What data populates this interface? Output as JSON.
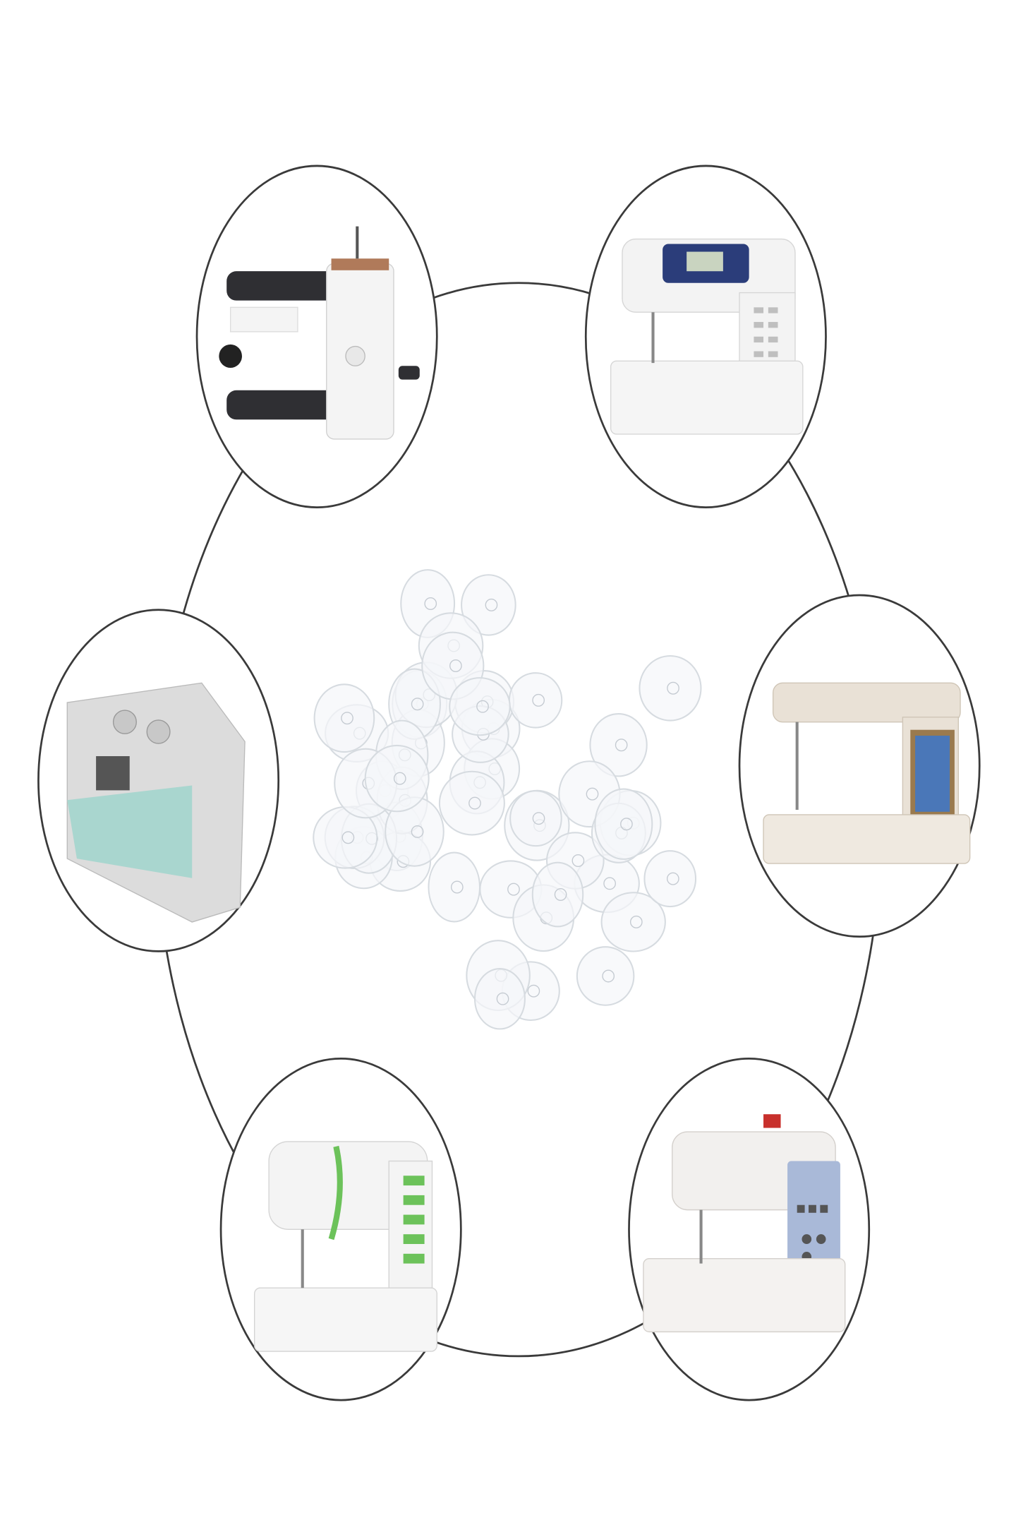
{
  "colors": {
    "background": "#ffffff",
    "outline": "#3a3a3a",
    "bobbin": "#d6dbe0",
    "machine_body": "#f3f3f3",
    "machine_shadow": "#d9d9d9",
    "dark_machine": "#2f2f33",
    "wood_accent": "#b07a5a",
    "navy_panel": "#2b3d7a",
    "teal_accent": "#a9d6cf",
    "beige_body": "#e9e1d6",
    "screen": "#4a77b8",
    "screen_frame": "#9a7a4e",
    "green_buttons": "#6cc25a",
    "blue_panel": "#a9b9d8",
    "red_switch": "#c8302c"
  },
  "machines": [
    {
      "id": "portable-black-white",
      "accent": "dark_machine"
    },
    {
      "id": "white-navy-panel",
      "accent": "navy_panel"
    },
    {
      "id": "teal-front",
      "accent": "teal_accent"
    },
    {
      "id": "beige-touchscreen",
      "accent": "screen"
    },
    {
      "id": "white-green-buttons",
      "accent": "green_buttons"
    },
    {
      "id": "white-blue-panel",
      "accent": "blue_panel"
    }
  ],
  "bobbin_count": 50
}
